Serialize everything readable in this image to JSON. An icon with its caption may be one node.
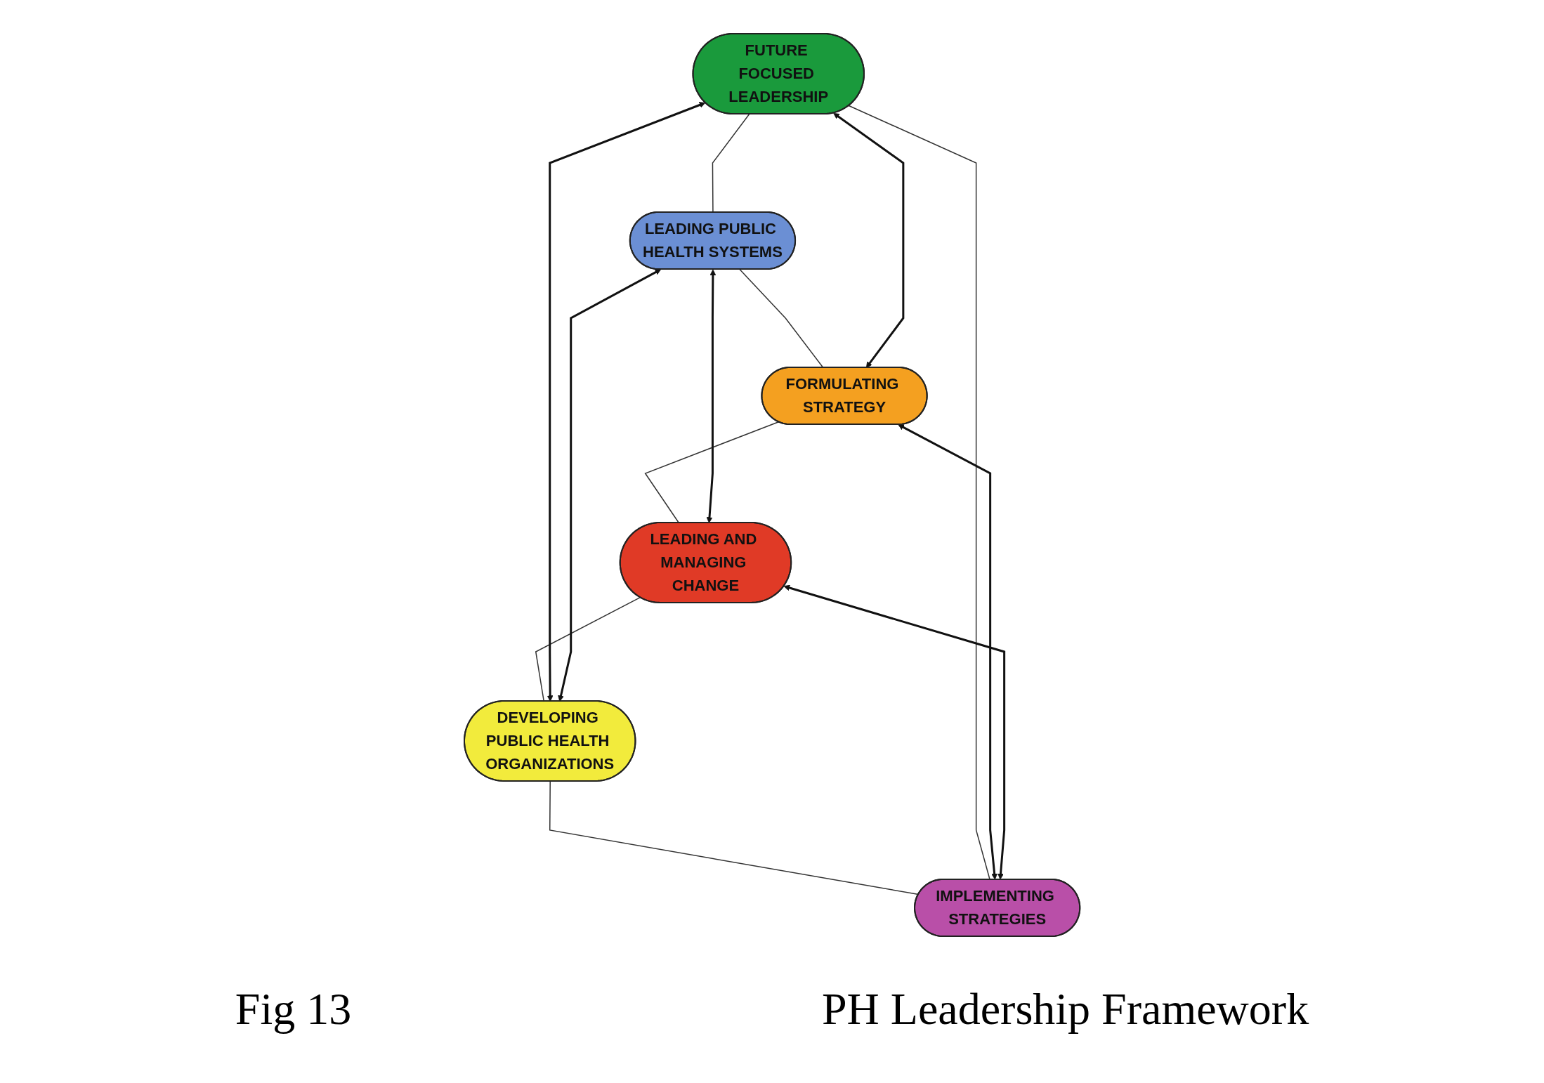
{
  "diagram": {
    "caption": "PH Leadership Framework",
    "nodes": [
      {
        "text": [
          "FUTURE FOCUSED LEADERSHIP"
        ]
      },
      {
        "text": [
          "IMPLEMENTING STRATEGIES"
        ]
      },
      {
        "text": [
          "LEADING PUBLIC HEALTH SYSTEMS"
        ]
      },
      {
        "text": [
          "DEVELOPING PUBLIC HEALTH ORGANIZATIONS"
        ]
      },
      {
        "text": [
          "FORMULATING STRATEGY"
        ]
      },
      {
        "text": [
          "LEADING AND MANAGING CHANGE"
        ]
      }
    ],
    "edges": [
      {
        "from": 0,
        "to": 2,
        "arrow": "none"
      },
      {
        "from": 2,
        "to": 4,
        "arrow": "none"
      },
      {
        "from": 4,
        "to": 5,
        "arrow": "none"
      },
      {
        "from": 5,
        "to": 3,
        "arrow": "none"
      },
      {
        "from": 3,
        "to": 1,
        "arrow": "none"
      },
      {
        "from": 1,
        "to": 0,
        "arrow": "none"
      },
      {
        "from": 0,
        "to": 3,
        "arrow": "both"
      },
      {
        "from": 0,
        "to": 4,
        "arrow": "both"
      },
      {
        "from": 1,
        "to": 4,
        "arrow": "both"
      },
      {
        "from": 1,
        "to": 5,
        "arrow": "both"
      },
      {
        "from": 2,
        "to": 3,
        "arrow": "both"
      },
      {
        "from": 2,
        "to": 5,
        "arrow": "both"
      }
    ],
    "labels": [
      "Fig 13"
    ]
  }
}
